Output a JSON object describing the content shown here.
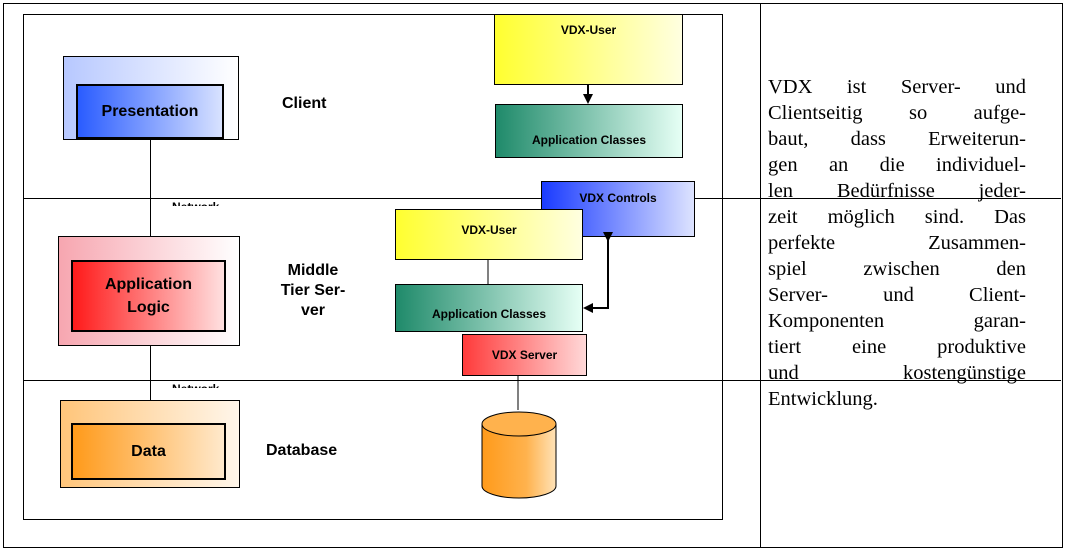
{
  "diagram": {
    "left_stack": {
      "presentation": "Presentation",
      "application_logic_line1": "Application",
      "application_logic_line2": "Logic",
      "data": "Data"
    },
    "tier_labels": {
      "client": "Client",
      "middle_line1": "Middle",
      "middle_line2": "Tier Ser-",
      "middle_line3": "ver",
      "database": "Database"
    },
    "network_label": "Network",
    "client_side": {
      "vdx_user": "VDX-User",
      "application_classes": "Application Classes",
      "vdx_controls": "VDX Controls"
    },
    "server_side": {
      "vdx_user": "VDX-User",
      "application_classes": "Application Classes",
      "vdx_server": "VDX Server"
    },
    "colors": {
      "presentation": "#2a5cff",
      "application_logic": "#ff1a1a",
      "data": "#ff9a1a",
      "vdx_user": "#ffff30",
      "application_classes": "#1f8a6a",
      "vdx_controls": "#1a3bff",
      "vdx_server": "#ff3b3b",
      "database_cylinder": "#ff9a1a"
    }
  },
  "description": {
    "lines": [
      "VDX ist Server- und",
      "Clientseitig so aufge-",
      "baut, dass Erweiterun-",
      "gen an die individuel-",
      "len Bedürfnisse jeder-",
      "zeit möglich sind. Das",
      "perfekte Zusammen-",
      "spiel zwischen den",
      "Server- und Client-",
      "Komponenten garan-",
      "tiert eine produktive",
      "und kostengünstige",
      "Entwicklung."
    ]
  }
}
